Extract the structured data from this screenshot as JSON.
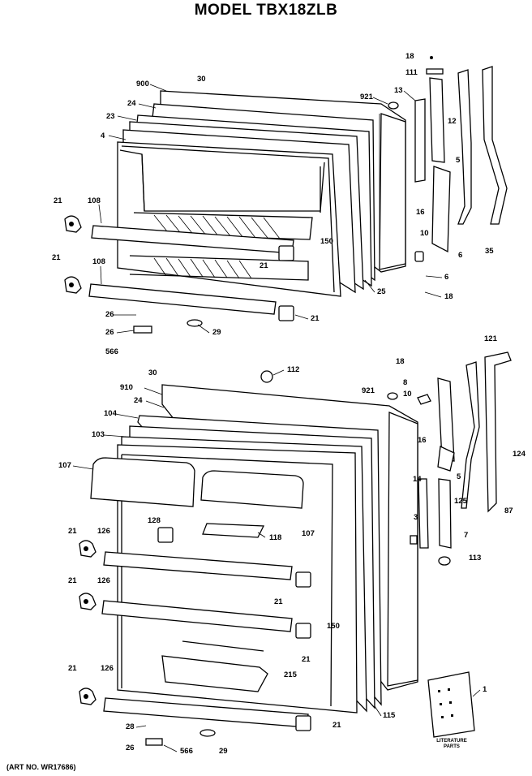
{
  "title": "MODEL TBX18ZLB",
  "art_number": "(ART NO. WR17686)",
  "literature_label": [
    "LITERATURE",
    "PARTS"
  ],
  "callouts_upper": [
    "18",
    "111",
    "30",
    "900",
    "921",
    "13",
    "12",
    "24",
    "23",
    "4",
    "5",
    "21",
    "108",
    "16",
    "10",
    "150",
    "21",
    "108",
    "21",
    "6",
    "25",
    "35",
    "6",
    "18",
    "26",
    "21",
    "26",
    "29",
    "566"
  ],
  "callouts_lower": [
    "18",
    "121",
    "30",
    "112",
    "910",
    "921",
    "8",
    "10",
    "24",
    "104",
    "103",
    "16",
    "124",
    "107",
    "14",
    "5",
    "87",
    "3",
    "125",
    "128",
    "118",
    "107",
    "7",
    "21",
    "126",
    "113",
    "21",
    "126",
    "21",
    "150",
    "21",
    "215",
    "21",
    "126",
    "1",
    "115",
    "28",
    "21",
    "26",
    "566",
    "29"
  ]
}
